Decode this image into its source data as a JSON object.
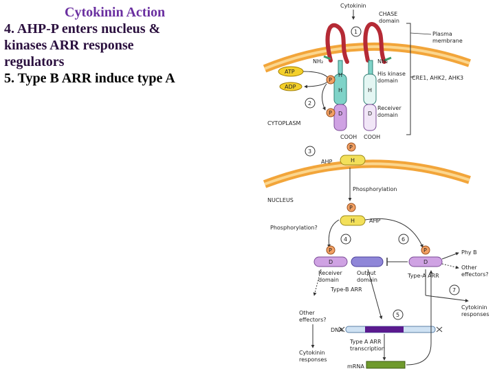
{
  "slide": {
    "title": "Cytokinin Action",
    "lines": [
      "4. AHP-P enters nucleus &",
      "kinases ARR response",
      "regulators",
      "5. Type B ARR induce type A"
    ]
  },
  "diagram": {
    "cytokinin": "Cytokinin",
    "chase_domain": [
      "CHASE",
      "domain"
    ],
    "plasma_membrane": [
      "Plasma",
      "membrane"
    ],
    "nh2": "NH₂",
    "atp": "ATP",
    "adp": "ADP",
    "p": "P",
    "h": "H",
    "d": "D",
    "his_kinase": [
      "His kinase",
      "domain"
    ],
    "receptors": "CRE1, AHK2, AHK3",
    "receiver_domain": [
      "Receiver",
      "domain"
    ],
    "cytoplasm": "CYTOPLASM",
    "cooh": "COOH",
    "ahp": "AHP",
    "phosphorylation": "Phosphorylation",
    "nucleus": "NUCLEUS",
    "phosphorylation_q": "Phosphorylation?",
    "steps": [
      "1",
      "2",
      "3",
      "4",
      "5",
      "6",
      "7"
    ],
    "output_domain": [
      "Output",
      "domain"
    ],
    "type_b_arr": "Type-B ARR",
    "type_a_arr": "Type-A ARR",
    "phy_b": "Phy B",
    "other_effectors_q": [
      "Other",
      "effectors?"
    ],
    "cytokinin_responses": [
      "Cytokinin",
      "responses"
    ],
    "dna": "DNA",
    "type_a_transcription": [
      "Type A ARR",
      "transcription"
    ],
    "mrna": "mRNA",
    "colors": {
      "membrane": "#f2a53a",
      "loop": "#b52a35",
      "stem": "#7fd3c8",
      "receiver": "#cfa2e3",
      "ahp": "#f3e05a",
      "phospho": "#f2a063",
      "output": "#8f86d8",
      "dna_band": "#5a1a8e",
      "mrna": "#6f9a2c",
      "atp": "#f4d02a"
    }
  }
}
